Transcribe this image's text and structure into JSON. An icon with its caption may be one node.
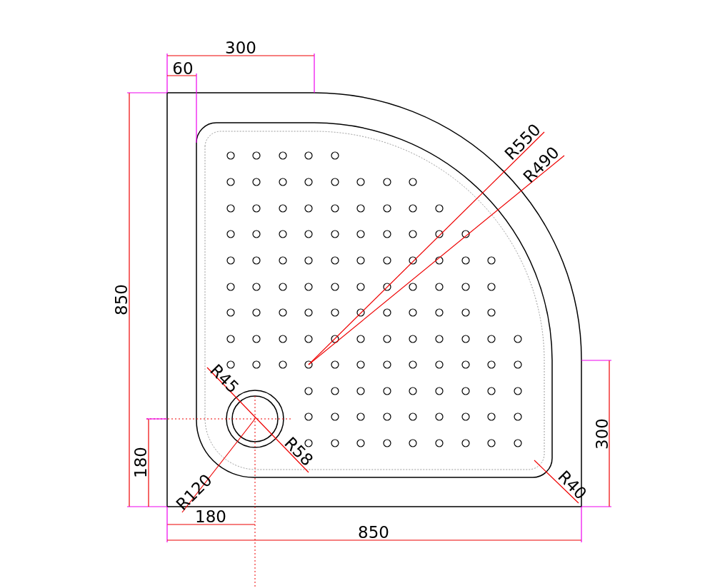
{
  "diagram": {
    "labels": [
      "300",
      "60",
      "R550",
      "R490",
      "850",
      "R45",
      "300",
      "R58",
      "180",
      "R40",
      "R120",
      "180",
      "850"
    ]
  }
}
